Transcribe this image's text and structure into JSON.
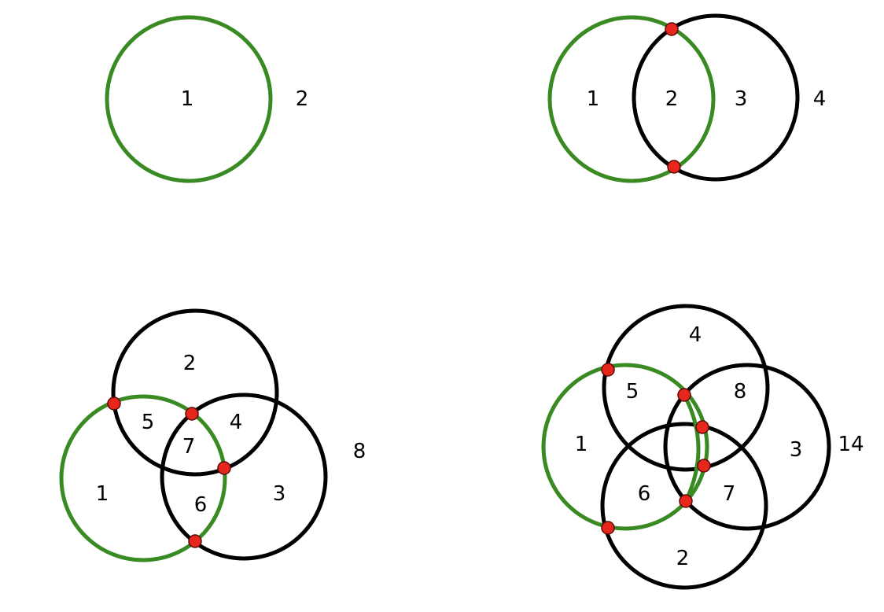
{
  "colors": {
    "circle": "#000000",
    "highlight": "#3a8a24",
    "point": "#e8271c",
    "text": "#000000"
  },
  "panels": [
    {
      "id": "one-circle",
      "region_labels": [
        "1"
      ],
      "total_label": "2"
    },
    {
      "id": "two-circles",
      "region_labels": [
        "1",
        "2",
        "3"
      ],
      "total_label": "4"
    },
    {
      "id": "three-circles",
      "region_labels": [
        "1",
        "2",
        "3",
        "4",
        "5",
        "6",
        "7"
      ],
      "total_label": "8"
    },
    {
      "id": "four-circles",
      "region_labels": [
        "1",
        "2",
        "3",
        "4",
        "5",
        "6",
        "7",
        "8"
      ],
      "total_label": "14"
    }
  ]
}
